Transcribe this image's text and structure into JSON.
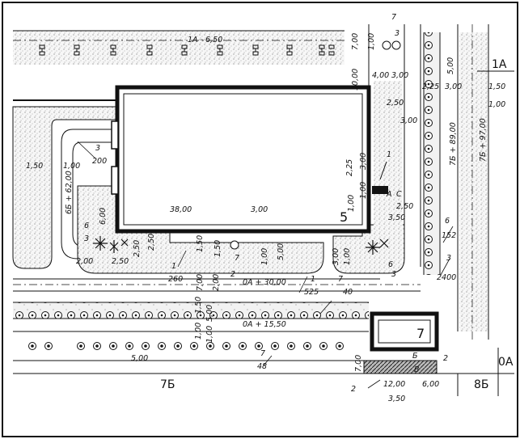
{
  "labels": {
    "row_1a": "1А - 6,50",
    "axis_1a": "1А",
    "axis_7b": "7Б",
    "axis_8b": "8Б",
    "axis_0a": "0А",
    "building_no": "5",
    "kiosk_no": "7",
    "building_len": "38,00",
    "road_0a_30": "0А + 30,00",
    "road_0a_15": "0А + 15,50",
    "road_6b_62": "6Б + 62,00",
    "road_7b_89": "7Б + 89,00",
    "road_7b_97": "7Б + 97,00",
    "letter_a": "А",
    "letter_c": "С",
    "letter_b": "Б",
    "letter_v": "В"
  },
  "dims": {
    "d7_00": "7,00",
    "d1_00": "1,00",
    "d10_00": "10,00",
    "d4_00": "4,00",
    "d3_00": "3,00",
    "d5_00": "5,00",
    "d2_25": "2,25",
    "d1_50": "1,50",
    "d2_50": "2,50",
    "d6_00": "6,00",
    "d2_00": "2,00",
    "d3_50": "3,50",
    "d12_00": "12,00"
  },
  "callouts": {
    "c7": "7",
    "c3": "3",
    "c200": "200",
    "c1": "1",
    "c260": "260",
    "c2": "2",
    "c525": "525",
    "c40": "40",
    "c48": "48",
    "c6": "6",
    "c152": "152",
    "c2400": "2400"
  }
}
